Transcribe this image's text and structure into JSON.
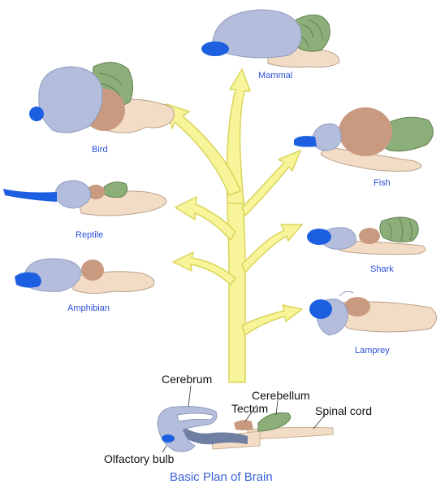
{
  "animals": {
    "mammal": "Mammal",
    "bird": "Bird",
    "fish": "Fish",
    "reptile": "Reptile",
    "shark": "Shark",
    "amphibian": "Amphibian",
    "lamprey": "Lamprey"
  },
  "basic_plan": {
    "parts": {
      "cerebrum": "Cerebrum",
      "cerebellum": "Cerebellum",
      "tectum": "Tectum",
      "spinal_cord": "Spinal cord",
      "olfactory_bulb": "Olfactory bulb"
    },
    "caption": "Basic Plan of Brain"
  },
  "colors": {
    "cerebrum": "#b4bedc",
    "olfactory": "#1c5fe0",
    "tectum": "#c99a80",
    "cerebellum": "#8caf7a",
    "brainstem": "#f3dcc6",
    "arrow": "#f7f49a",
    "arrow_stroke": "#d9d55a"
  }
}
